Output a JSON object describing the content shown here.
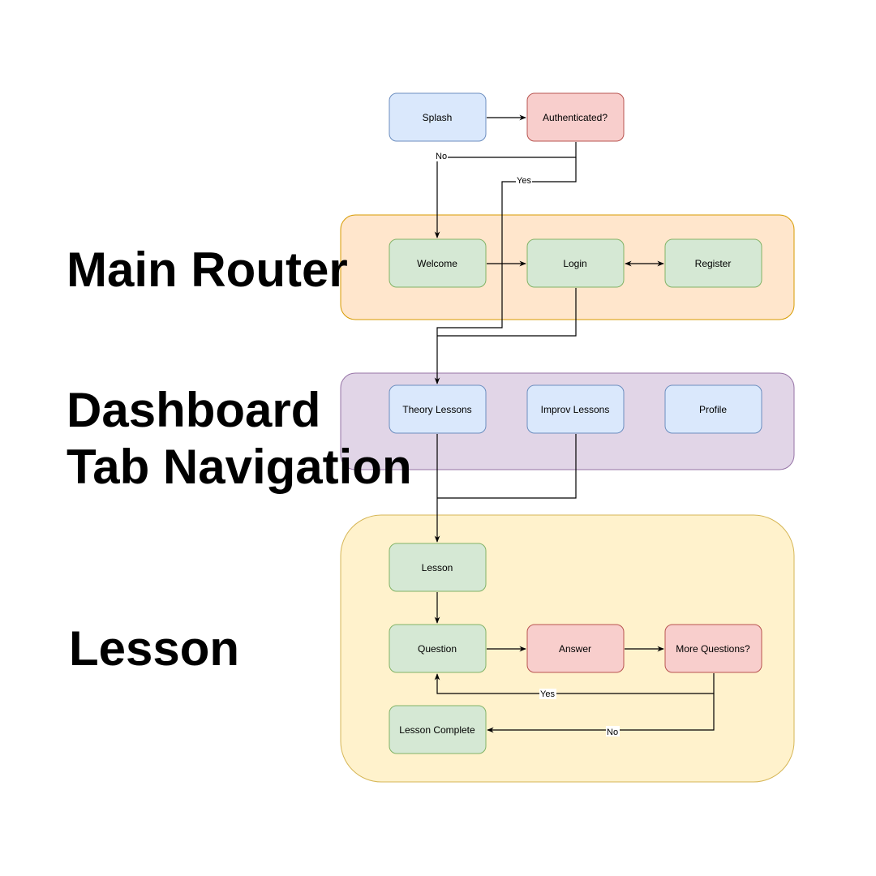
{
  "section_titles": {
    "main_router": "Main Router",
    "dashboard_line1": "Dashboard",
    "dashboard_line2": "Tab Navigation",
    "lesson": "Lesson"
  },
  "colors": {
    "blue_fill": "#dae8fc",
    "blue_stroke": "#6c8ebf",
    "red_fill": "#f8cecc",
    "red_stroke": "#b85450",
    "green_fill": "#d5e8d4",
    "green_stroke": "#82b366",
    "orange_fill": "#ffe6cc",
    "orange_stroke": "#d79b00",
    "purple_fill": "#e1d5e7",
    "purple_stroke": "#9673a6",
    "yellow_fill": "#fff2cc",
    "yellow_stroke": "#d6b656"
  },
  "nodes": {
    "splash": "Splash",
    "authenticated": "Authenticated?",
    "welcome": "Welcome",
    "login": "Login",
    "register": "Register",
    "theory_lessons": "Theory Lessons",
    "improv_lessons": "Improv Lessons",
    "profile": "Profile",
    "lesson": "Lesson",
    "question": "Question",
    "answer": "Answer",
    "more_questions": "More Questions?",
    "lesson_complete": "Lesson Complete"
  },
  "edge_labels": {
    "auth_no": "No",
    "auth_yes": "Yes",
    "more_yes": "Yes",
    "more_no": "No"
  }
}
